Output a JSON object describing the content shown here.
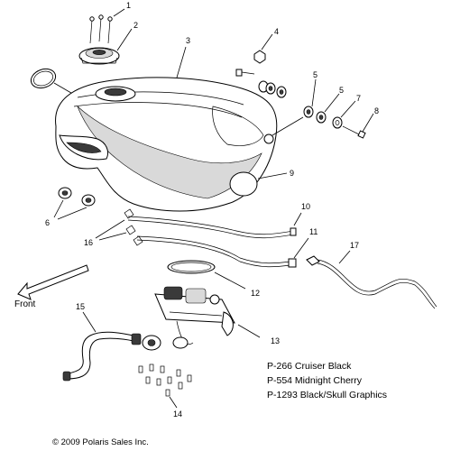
{
  "callouts": {
    "c1": "1",
    "c2": "2",
    "c3": "3",
    "c4": "4",
    "c5a": "5",
    "c5b": "5",
    "c6": "6",
    "c7": "7",
    "c8": "8",
    "c9": "9",
    "c10": "10",
    "c11": "11",
    "c12": "12",
    "c13": "13",
    "c14": "14",
    "c15": "15",
    "c16": "16",
    "c17": "17"
  },
  "direction_label": "Front",
  "color_options": [
    "P-266  Cruiser Black",
    "P-554  Midnight Cherry",
    "P-1293 Black/Skull Graphics"
  ],
  "copyright": "© 2009 Polaris Sales Inc."
}
